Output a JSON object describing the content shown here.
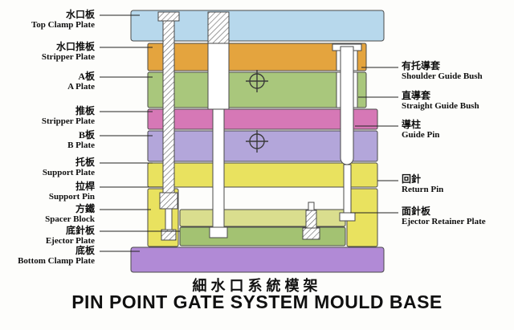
{
  "title": {
    "chinese": "細水口系統模架",
    "english": "PIN POINT GATE SYSTEM MOULD BASE"
  },
  "left_labels": [
    {
      "cn": "水口板",
      "en": "Top Clamp Plate"
    },
    {
      "cn": "水口推板",
      "en": "Stripper Plate"
    },
    {
      "cn": "A板",
      "en": "A Plate"
    },
    {
      "cn": "推板",
      "en": "Stripper Plate"
    },
    {
      "cn": "B板",
      "en": "B Plate"
    },
    {
      "cn": "托板",
      "en": "Support Plate"
    },
    {
      "cn": "拉桿",
      "en": "Support Pin"
    },
    {
      "cn": "方鐵",
      "en": "Spacer Block"
    },
    {
      "cn": "底針板",
      "en": "Ejector Plate"
    },
    {
      "cn": "底板",
      "en": "Bottom Clamp Plate"
    }
  ],
  "right_labels": [
    {
      "cn": "有托導套",
      "en": "Shoulder Guide Bush"
    },
    {
      "cn": "直導套",
      "en": "Straight Guide Bush"
    },
    {
      "cn": "導柱",
      "en": "Guide Pin"
    },
    {
      "cn": "回針",
      "en": "Return Pin"
    },
    {
      "cn": "面針板",
      "en": "Ejector Retainer Plate"
    }
  ],
  "colors": {
    "top_clamp": "#b7d8ec",
    "stripper_top": "#e4a43e",
    "a_plate": "#a9c77c",
    "stripper_pink": "#d678b6",
    "b_plate": "#b3a6da",
    "support_plate": "#e9e25f",
    "spacer_block": "#e9e25f",
    "ejector_retainer_plate": "#dade8e",
    "ejector_plate": "#a3c272",
    "bottom_clamp": "#b18ad6",
    "outline": "#4a4a4a",
    "leader_line": "#222222"
  }
}
